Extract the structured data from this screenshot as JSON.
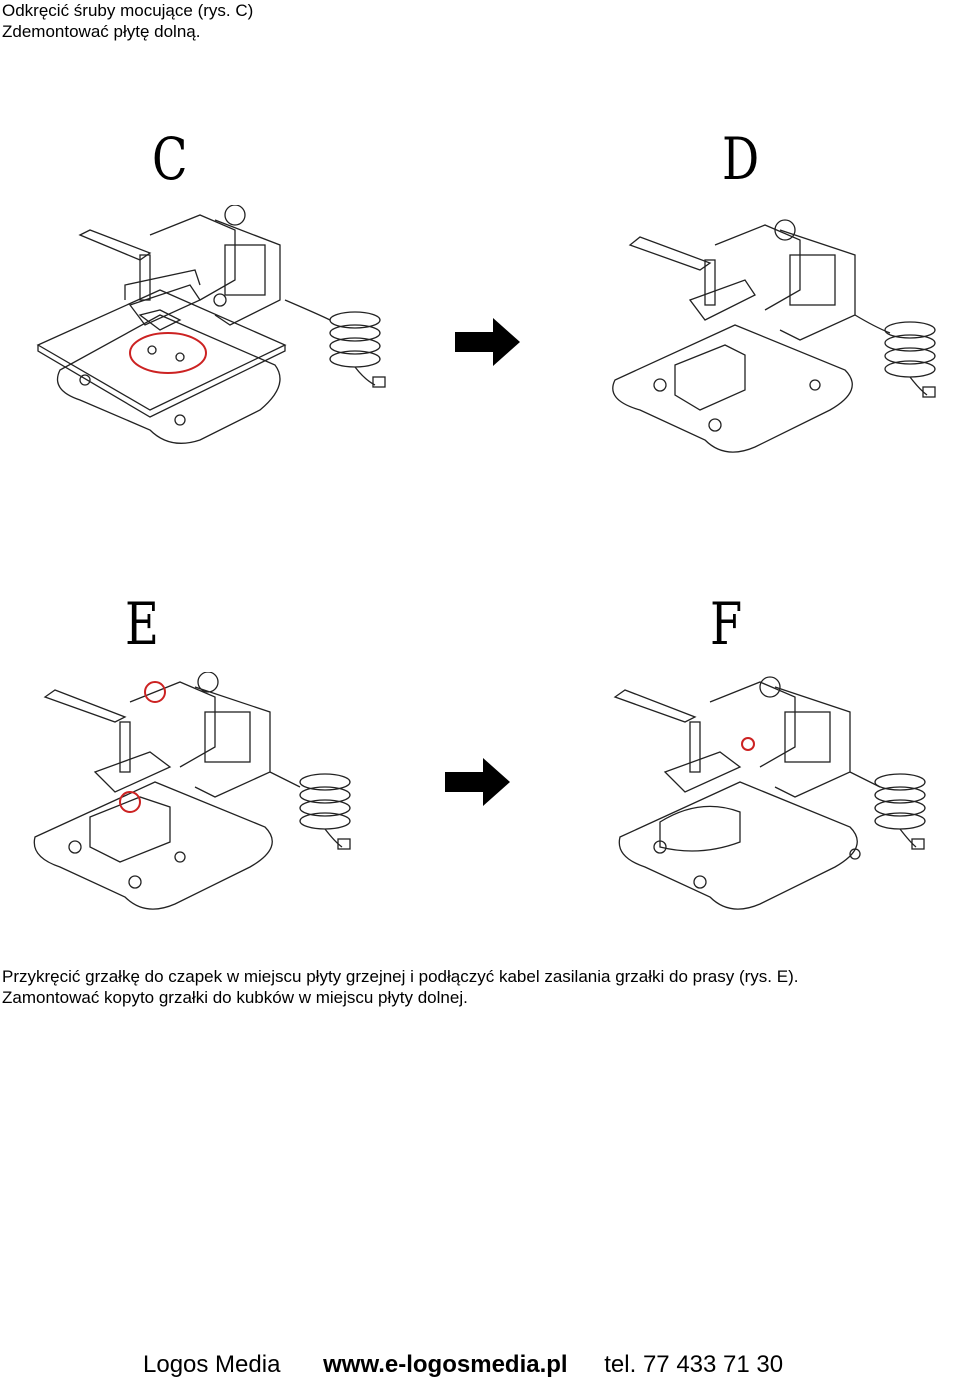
{
  "intro": {
    "line1": "Odkręcić śruby mocujące (rys. C)",
    "line2": "Zdemontować płytę dolną."
  },
  "figures": {
    "c": "C",
    "d": "D",
    "e": "E",
    "f": "F"
  },
  "instructions": {
    "line1": "Przykręcić grzałkę do czapek w miejscu płyty grzejnej i podłączyć kabel zasilania grzałki do prasy (rys. E).",
    "line2": "Zamontować kopyto grzałki do kubków w miejscu płyty dolnej."
  },
  "footer": {
    "company": "Logos Media",
    "website": "www.e-logosmedia.pl",
    "phone": "tel. 77 433 71 30"
  },
  "colors": {
    "line": "#222222",
    "highlight": "#cc2222"
  }
}
